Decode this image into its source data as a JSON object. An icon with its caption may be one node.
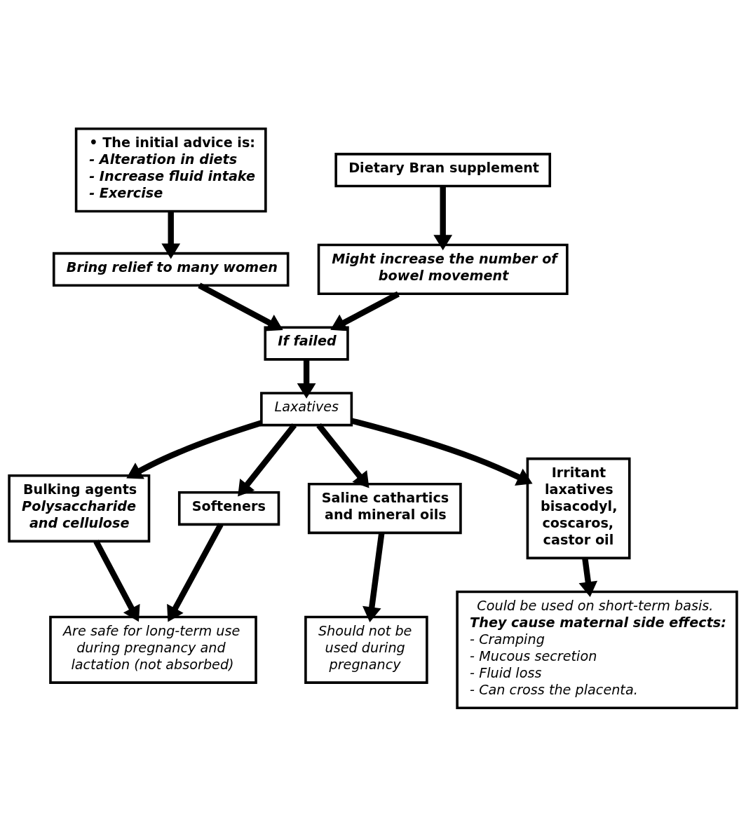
{
  "diagram": {
    "nodes": [
      {
        "text": [
          "• The initial advice is:",
          "- Alteration in diets",
          "- Increase fluid intake",
          "- Exercise"
        ]
      },
      {
        "text": [
          "Dietary Bran supplement"
        ]
      },
      {
        "text": [
          "Bring relief to many women"
        ]
      },
      {
        "text": [
          "Might increase the number of bowel movement"
        ]
      },
      {
        "text": [
          "If failed"
        ]
      },
      {
        "text": [
          "Laxatives"
        ]
      },
      {
        "text": [
          "Bulking agents",
          "Polysaccharide and cellulose"
        ]
      },
      {
        "text": [
          "Saline cathartics and mineral oils"
        ]
      },
      {
        "text": [
          "Softeners"
        ]
      },
      {
        "text": [
          "Irritant laxatives bisacodyl, coscaros, castor oil"
        ]
      },
      {
        "text": [
          "Should not be used during pregnancy"
        ]
      },
      {
        "text": [
          "Are safe for long-term use during pregnancy and lactation (not absorbed)"
        ]
      },
      {
        "text": [
          "Could be used on short-term basis.",
          "They cause maternal side effects:",
          "- Cramping",
          "- Mucous secretion",
          "- Fluid loss",
          "- Can cross the placenta."
        ]
      }
    ],
    "edges": [
      {
        "from": 0,
        "to": 2,
        "arrow": "to"
      },
      {
        "from": 1,
        "to": 3,
        "arrow": "to"
      },
      {
        "from": 2,
        "to": 4,
        "arrow": "to"
      },
      {
        "from": 3,
        "to": 4,
        "arrow": "to"
      },
      {
        "from": 4,
        "to": 5,
        "arrow": "to"
      },
      {
        "from": 5,
        "to": 6,
        "arrow": "to"
      },
      {
        "from": 5,
        "to": 8,
        "arrow": "to"
      },
      {
        "from": 5,
        "to": 9,
        "arrow": "to"
      },
      {
        "from": 5,
        "to": 7,
        "arrow": "to"
      },
      {
        "from": 7,
        "to": 10,
        "arrow": "to"
      },
      {
        "from": 6,
        "to": 11,
        "arrow": "to"
      },
      {
        "from": 8,
        "to": 11,
        "arrow": "to"
      },
      {
        "from": 9,
        "to": 12,
        "arrow": "to"
      }
    ]
  }
}
